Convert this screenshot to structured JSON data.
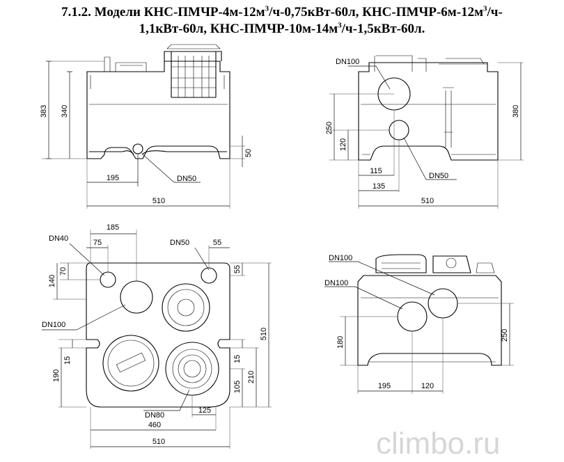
{
  "heading": {
    "line1": "7.1.2. Модели КНС-ПМЧР-4м-12м",
    "sup1": "3",
    "line1b": "/ч-0,75кВт-60л, КНС-ПМЧР-6м-12м",
    "sup2": "3",
    "line1c": "/ч-",
    "line2": "1,1кВт-60л, КНС-ПМЧР-10м-14м",
    "sup3": "3",
    "line2b": "/ч-1,5кВт-60л."
  },
  "views": {
    "front": {
      "dim_383": "383",
      "dim_340": "340",
      "dim_50": "50",
      "dim_195": "195",
      "dim_510": "510",
      "dn50": "DN50"
    },
    "side": {
      "dn100": "DN100",
      "dim_250": "250",
      "dim_120": "120",
      "dim_380": "380",
      "dim_115": "115",
      "dim_135": "135",
      "dim_510": "510",
      "dn50": "DN50"
    },
    "top": {
      "dim_185": "185",
      "dn40": "DN40",
      "dim_75": "75",
      "dn50": "DN50",
      "dim_55a": "55",
      "dim_70": "70",
      "dim_140": "140",
      "dim_55b": "55",
      "dn100": "DN100",
      "dim_510v": "510",
      "dim_15a": "15",
      "dim_190": "190",
      "dim_15b": "15",
      "dim_210": "210",
      "dim_105": "105",
      "dn80": "DN80",
      "dim_125": "125",
      "dim_460": "460",
      "dim_510": "510"
    },
    "rear": {
      "dn100a": "DN100",
      "dn100b": "DN100",
      "dim_180": "180",
      "dim_250": "250",
      "dim_195": "195",
      "dim_120": "120"
    }
  },
  "watermark": "climbo.ru"
}
